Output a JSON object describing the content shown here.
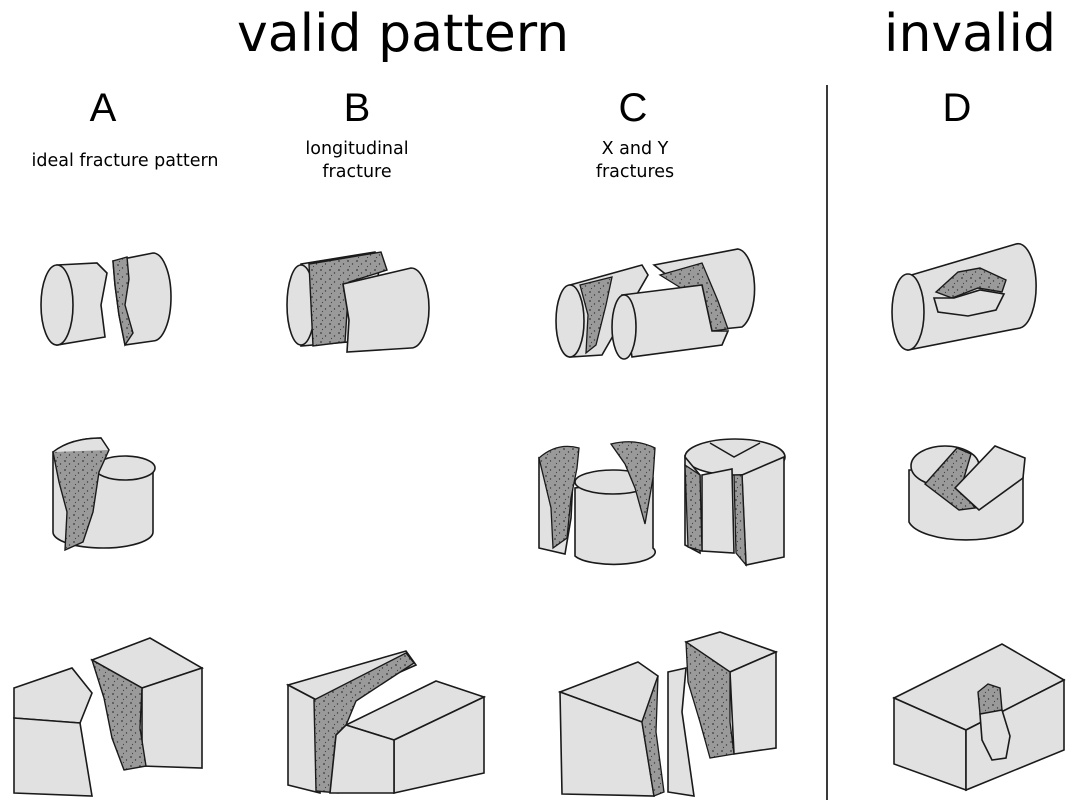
{
  "headings": {
    "valid": "valid pattern",
    "invalid": "invalid"
  },
  "columns": [
    {
      "letter": "A",
      "caption": [
        "ideal fracture pattern"
      ]
    },
    {
      "letter": "B",
      "caption": [
        "longitudinal",
        "fracture"
      ]
    },
    {
      "letter": "C",
      "caption": [
        "X and Y",
        "fractures"
      ]
    },
    {
      "letter": "D",
      "caption": []
    }
  ],
  "colors": {
    "face": "#e1e1e1",
    "fracture": "#9a9a9a",
    "stroke": "#1a1a1a",
    "divider": "#3a3a3a"
  }
}
